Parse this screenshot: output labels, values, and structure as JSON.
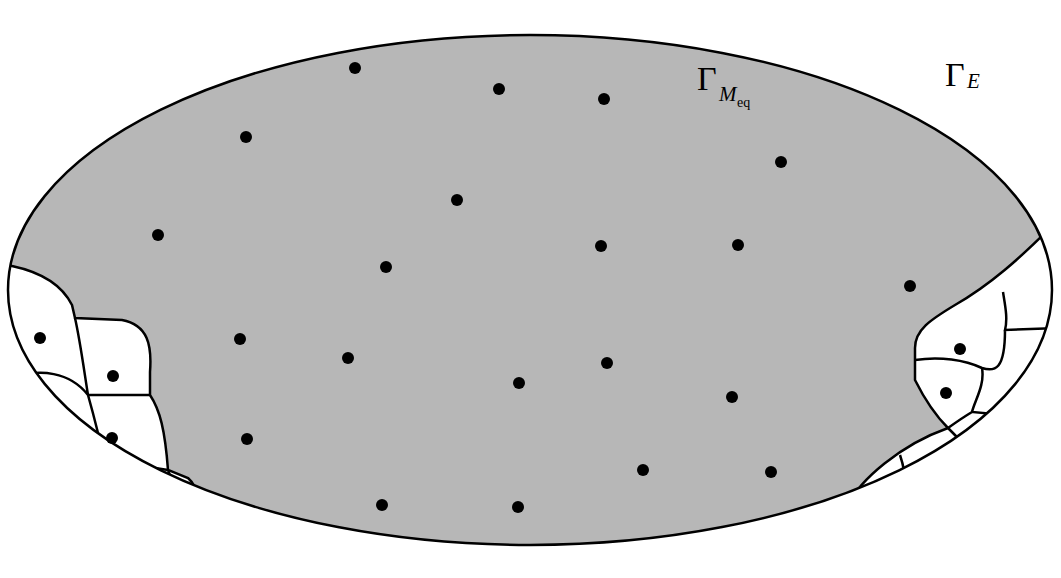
{
  "diagram": {
    "labels": [
      "Γ",
      "M",
      "eq",
      "Γ",
      "E"
    ]
  }
}
